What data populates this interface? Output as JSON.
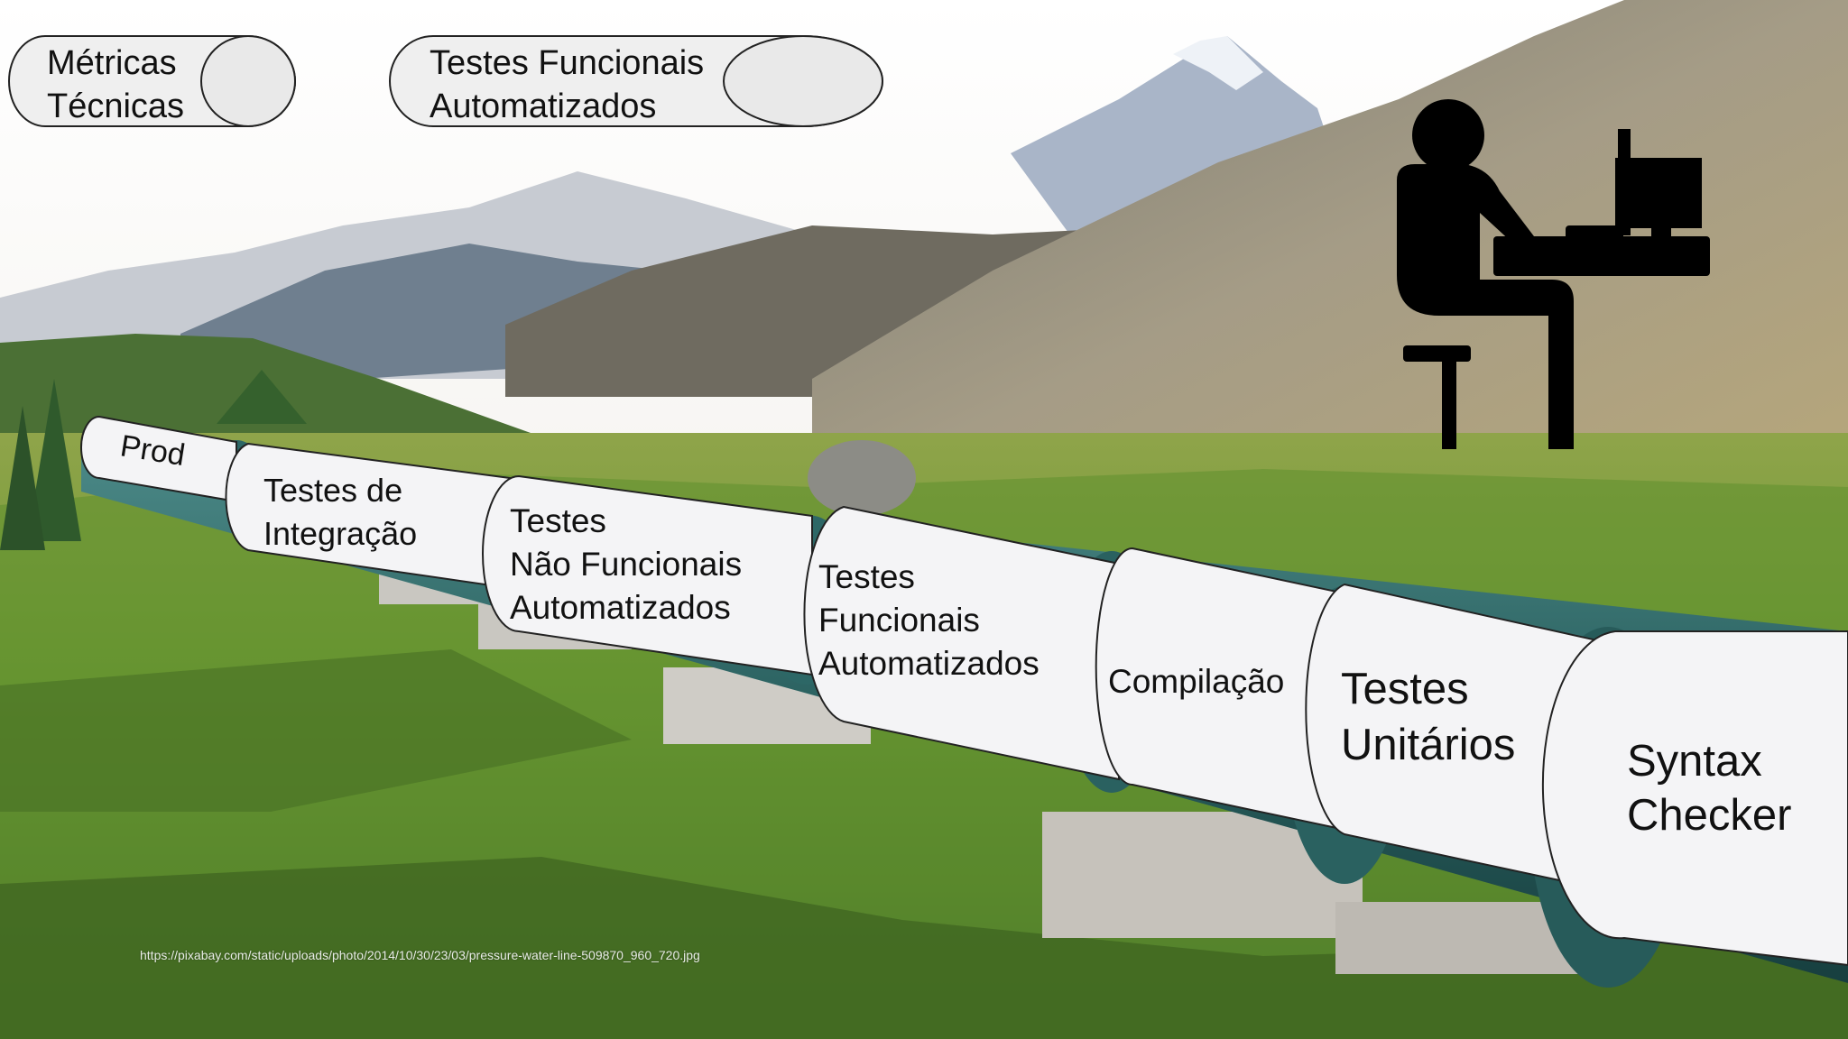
{
  "header": {
    "metric_pill": [
      "Métricas",
      "Técnicas"
    ],
    "functional_tests_pill": [
      "Testes Funcionais",
      "Automatizados"
    ]
  },
  "pipeline": {
    "stages": [
      {
        "lines": [
          "Prod"
        ]
      },
      {
        "lines": [
          "Testes de",
          "Integração"
        ]
      },
      {
        "lines": [
          "Testes",
          "Não Funcionais",
          "Automatizados"
        ]
      },
      {
        "lines": [
          "Testes",
          "Funcionais",
          "Automatizados"
        ]
      },
      {
        "lines": [
          "Compilação"
        ]
      },
      {
        "lines": [
          "Testes",
          "Unitários"
        ]
      },
      {
        "lines": [
          "Syntax",
          "Checker"
        ]
      }
    ]
  },
  "image_source": "https://pixabay.com/static/uploads/photo/2014/10/30/23/03/pressure-water-line-509870_960_720.jpg",
  "colors": {
    "pill_fill": "#efefef",
    "pipe_teal": "#2f6f6e",
    "stage_fill": "#f4f4f6",
    "grass": "#5f8f2e",
    "icon": "#000000"
  },
  "icons": [
    "person-at-computer-icon"
  ]
}
